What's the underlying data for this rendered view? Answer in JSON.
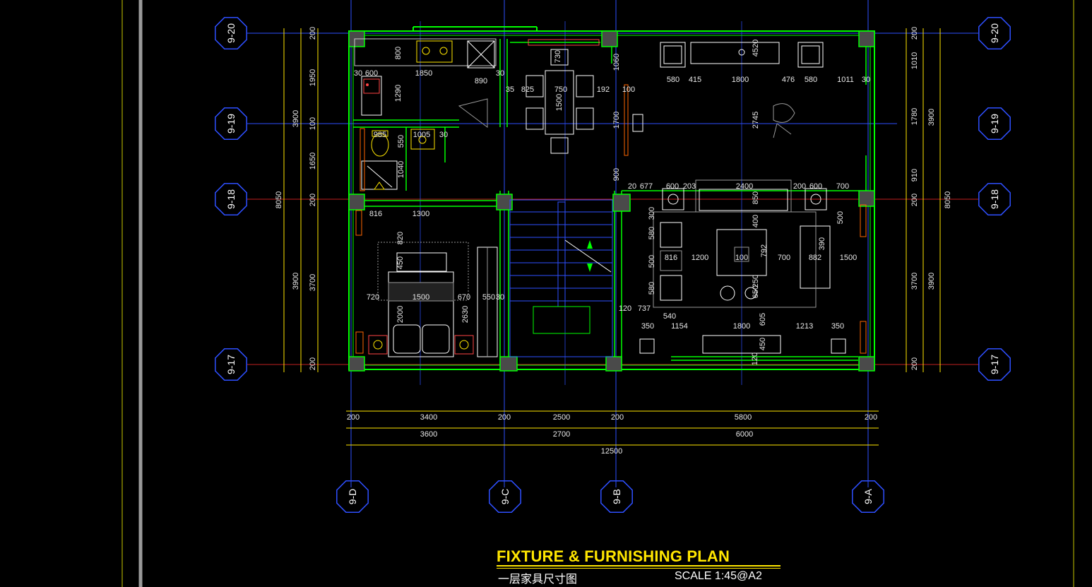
{
  "drawing": {
    "title": "FIXTURE & FURNISHING PLAN",
    "subtitle": "一层家具尺寸图",
    "scale": "SCALE  1:45@A2"
  },
  "axes": {
    "row_labels": [
      "9-20",
      "9-19",
      "9-18",
      "9-17"
    ],
    "column_labels": [
      "9-D",
      "9-C",
      "9-B",
      "9-A"
    ]
  },
  "dimensions": {
    "bottom_segments": [
      "200",
      "3400",
      "200",
      "2500",
      "200",
      "5800",
      "200"
    ],
    "bottom_bays": [
      "3600",
      "2700",
      "6000"
    ],
    "bottom_total": "12500",
    "left_inner": [
      "200",
      "1950",
      "100",
      "1650",
      "200",
      "3700",
      "200"
    ],
    "left_bays": [
      "3900",
      "3900"
    ],
    "left_total": "8050",
    "right_inner": [
      "200",
      "1010",
      "1780",
      "910",
      "200",
      "3700",
      "200"
    ],
    "right_bays": [
      "3900",
      "3900"
    ],
    "right_total": "8050",
    "interior": {
      "kitchen": [
        "30",
        "600",
        "1850",
        "890",
        "30",
        "800",
        "1290"
      ],
      "bath": [
        "985",
        "1005",
        "30",
        "1040",
        "550"
      ],
      "bedroom": [
        "816",
        "1300",
        "820",
        "450",
        "720",
        "1500",
        "670",
        "550",
        "30",
        "2000",
        "2630"
      ],
      "dining": [
        "35",
        "825",
        "750",
        "192",
        "1500",
        "1060",
        "730",
        "100",
        "1700"
      ],
      "lounge_top": [
        "580",
        "415",
        "1800",
        "476",
        "580",
        "1011",
        "30",
        "4520",
        "2745"
      ],
      "living": [
        "20",
        "677",
        "600",
        "203",
        "2400",
        "200",
        "600",
        "700",
        "900",
        "850",
        "400",
        "300",
        "580",
        "500",
        "816",
        "1200",
        "100",
        "792",
        "700",
        "882",
        "1500",
        "390",
        "500",
        "580",
        "650",
        "250",
        "540",
        "737",
        "120"
      ],
      "living_bottom": [
        "350",
        "1154",
        "1800",
        "1213",
        "350",
        "605",
        "450",
        "120"
      ]
    }
  },
  "colors": {
    "background": "#000000",
    "grid_line": "#2e4fff",
    "grid_line_red": "#c02020",
    "wall": "#00ff00",
    "furniture": "#ffffff",
    "dimension_line": "#ffe600",
    "title": "#ffe600",
    "column": "#555555"
  }
}
